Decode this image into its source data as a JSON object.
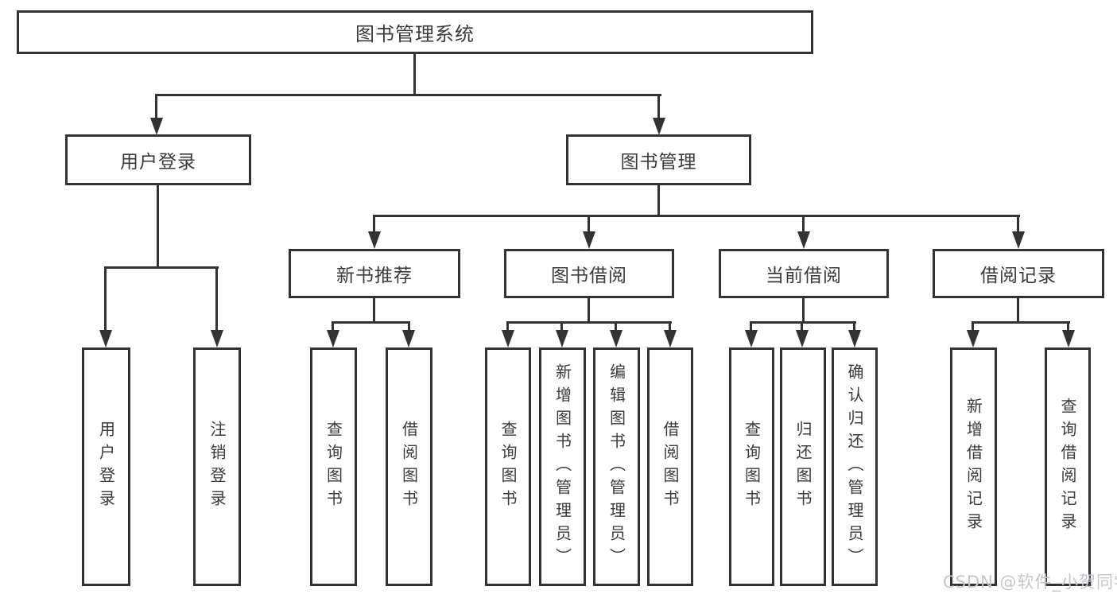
{
  "tree": {
    "root": "图书管理系统",
    "login": {
      "label": "用户登录",
      "children": [
        "用户登录",
        "注销登录"
      ]
    },
    "mgmt": {
      "label": "图书管理",
      "sections": [
        {
          "label": "新书推荐",
          "children": [
            "查询图书",
            "借阅图书"
          ]
        },
        {
          "label": "图书借阅",
          "children": [
            "查询图书",
            "新增图书（管理员）",
            "编辑图书（管理员）",
            "借阅图书"
          ]
        },
        {
          "label": "当前借阅",
          "children": [
            "查询图书",
            "归还图书",
            "确认归还（管理员）"
          ]
        },
        {
          "label": "借阅记录",
          "children": [
            "新增借阅记录",
            "查询借阅记录"
          ]
        }
      ]
    }
  },
  "watermark": {
    "text": "CSDN @软件_小贺同学"
  },
  "colors": {
    "line": "#333333",
    "text": "#3a3a3a",
    "watermark": "#c4c6cb",
    "background": "#ffffff"
  }
}
